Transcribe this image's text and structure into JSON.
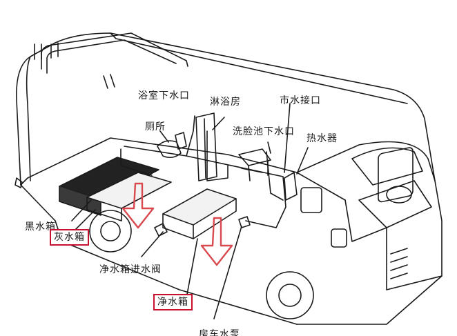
{
  "labels": {
    "bathroom_drain": "浴室下水口",
    "shower": "淋浴房",
    "city_water_inlet": "市水接口",
    "toilet": "厕所",
    "sink_drain": "洗脸池下水口",
    "water_heater": "热水器",
    "black_tank": "黑水箱",
    "grey_tank": "灰水箱",
    "fresh_inlet_valve": "净水箱进水阀",
    "fresh_tank": "净水箱",
    "water_pump": "房车水泵"
  },
  "colors": {
    "line": "#1a1a1a",
    "highlight": "#c8102e",
    "arrow": "#d9484f"
  }
}
